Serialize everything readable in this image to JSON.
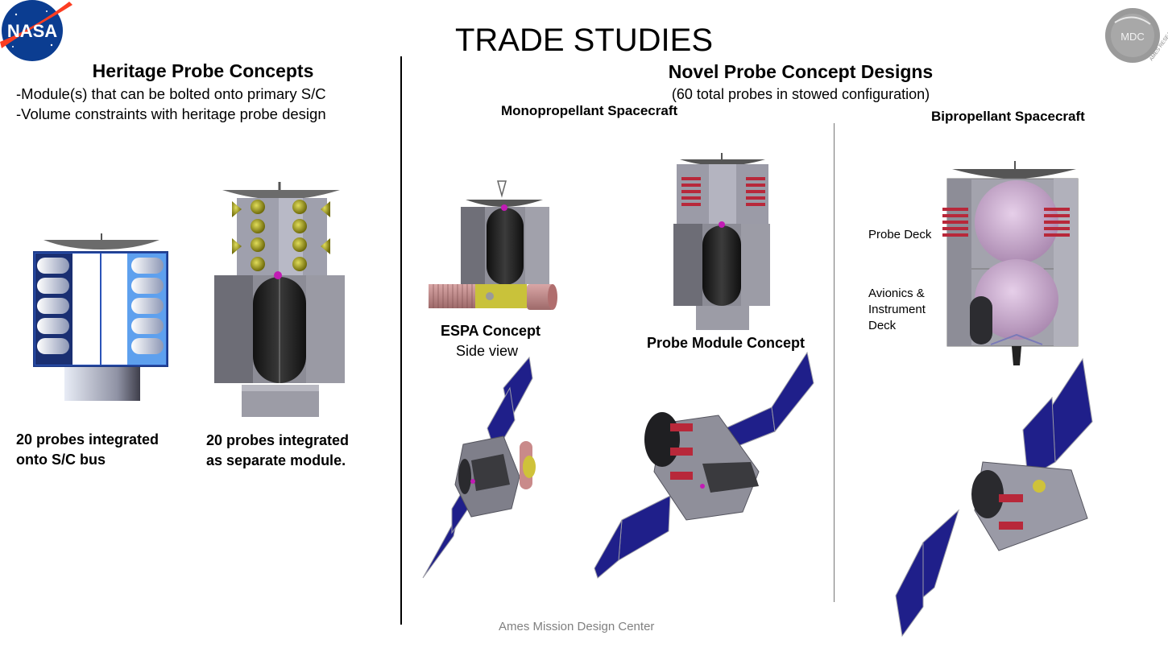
{
  "title": "TRADE STUDIES",
  "logos": {
    "nasa": "NASA",
    "mdc": "MDC",
    "mdc_ring": "AMES RESEARCH CENTER"
  },
  "heritage": {
    "heading": "Heritage Probe Concepts",
    "bullets": [
      "-Module(s) that can be bolted onto primary S/C",
      "-Volume constraints with heritage probe design"
    ],
    "caption_bus": [
      "20 probes integrated",
      "onto S/C bus"
    ],
    "caption_module": [
      "20 probes integrated",
      "as separate module."
    ]
  },
  "novel": {
    "heading": "Novel Probe Concept Designs",
    "subheading": "(60 total probes in stowed configuration)",
    "mono_heading": "Monopropellant Spacecraft",
    "bi_heading": "Bipropellant Spacecraft",
    "espa_title": "ESPA Concept",
    "espa_sub": "Side view",
    "probe_module_title": "Probe Module Concept",
    "probe_deck": "Probe Deck",
    "avionics": [
      "Avionics &",
      "Instrument",
      "Deck"
    ]
  },
  "footer": "Ames Mission Design Center",
  "colors": {
    "panel": "#1f1f8a",
    "probe_red": "#b8283a",
    "tank": "#1f1f1f",
    "hull": "#8e8e9a",
    "pink": "#c9a9cf",
    "yellow": "#a9a317",
    "magenta": "#c21bb4"
  }
}
